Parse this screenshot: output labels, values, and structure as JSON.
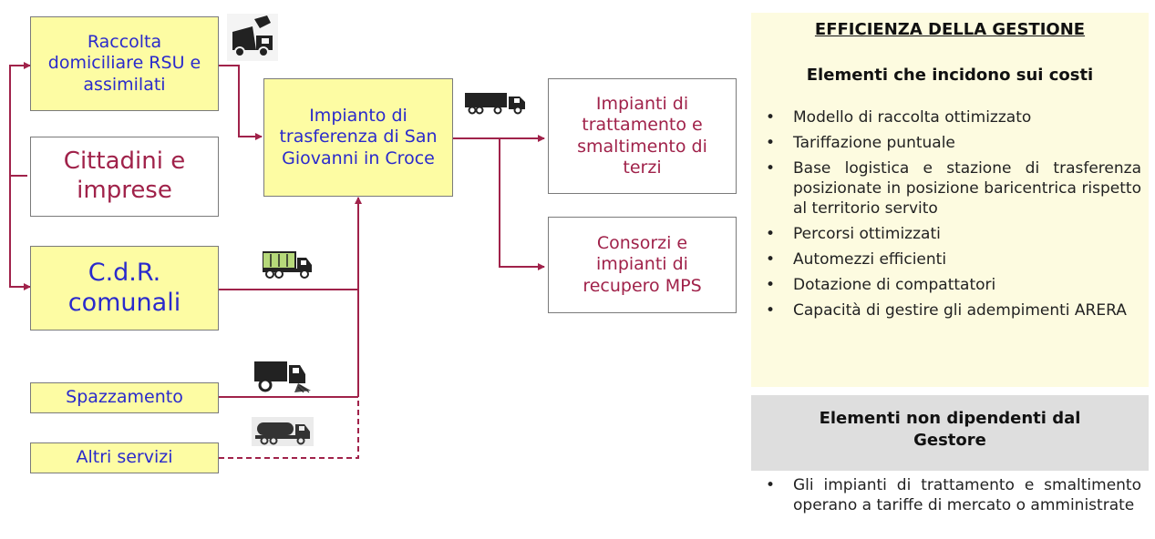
{
  "diagram": {
    "boxes": {
      "raccolta": "Raccolta domiciliare RSU e assimilati",
      "cittadini": "Cittadini e imprese",
      "cdr": "C.d.R. comunali",
      "spazzamento": "Spazzamento",
      "altri": "Altri servizi",
      "impianto": "Impianto di trasferenza di San Giovanni in Croce",
      "trattamento": "Impianti di trattamento e smaltimento di terzi",
      "consorzi": "Consorzi e impianti di recupero MPS"
    },
    "icons": {
      "raccolta": "compactor-truck-icon",
      "impianto": "semi-truck-icon",
      "cdr": "container-truck-icon",
      "spazzamento": "street-sweeper-icon",
      "altri": "tanker-truck-icon"
    }
  },
  "panel": {
    "title": "EFFICIENZA DELLA GESTIONE",
    "cost_heading": "Elementi che incidono sui costi",
    "cost_items": [
      "Modello di raccolta ottimizzato",
      "Tariffazione puntuale",
      "Base logistica e stazione di trasferenza posizionate in posizione baricentrica rispetto al territorio servito",
      "Percorsi ottimizzati",
      "Automezzi efficienti",
      "Dotazione di compattatori",
      "Capacità di gestire gli adempimenti ARERA"
    ],
    "non_dep_heading": "Elementi non dipendenti dal Gestore",
    "non_dep_items": [
      "Gli impianti di trattamento e smaltimento operano a tariffe di mercato o amministrate"
    ]
  },
  "colors": {
    "box_fill": "#fdfca3",
    "line": "#a0224a",
    "blue_text": "#2a2acc",
    "panel_fill": "#fdfbe0",
    "gray_fill": "#dedede"
  }
}
